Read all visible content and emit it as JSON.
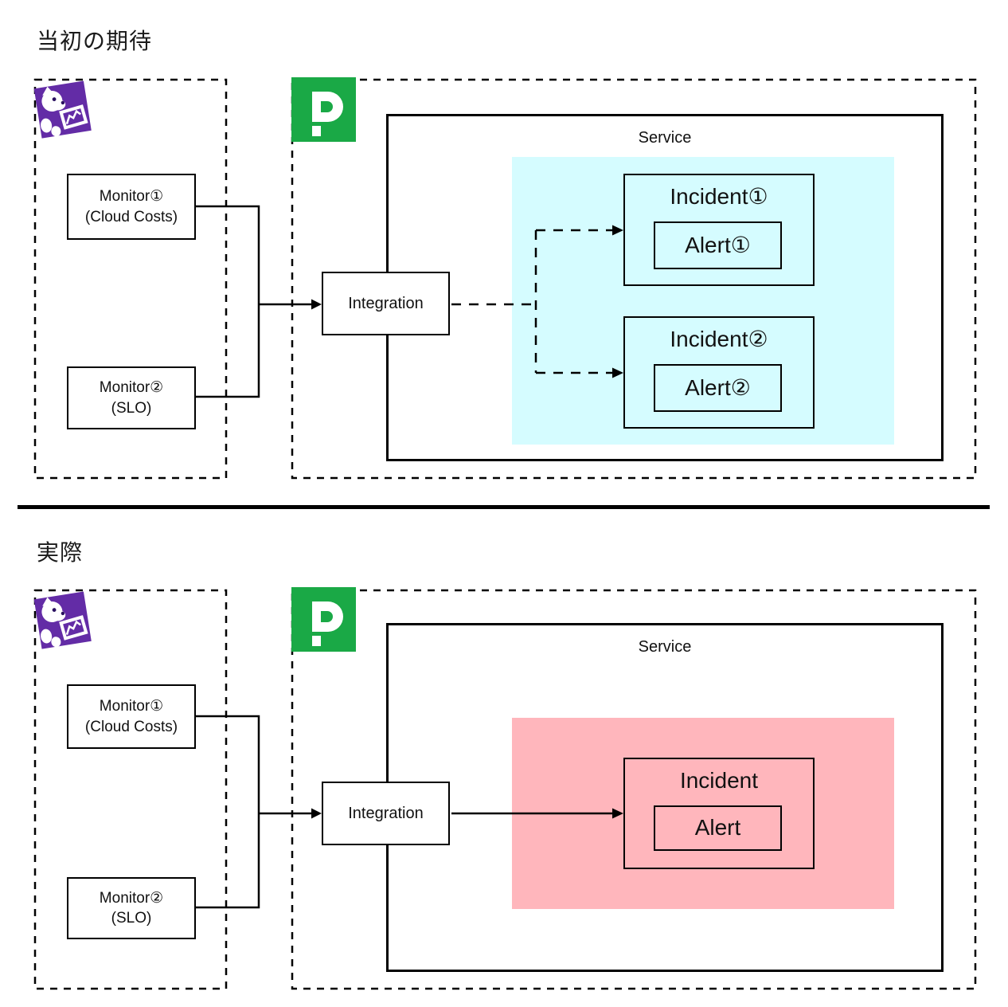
{
  "colors": {
    "incident_group_expected_bg": "#D5FCFF",
    "incident_group_actual_bg": "#FFB6BC",
    "datadog_purple": "#632CA6",
    "pagerduty_green": "#1AA946",
    "line_black": "#000000"
  },
  "icons": {
    "datadog": "datadog-dog-icon",
    "pagerduty": "pagerduty-p-icon"
  },
  "sections": [
    {
      "title": "当初の期待",
      "monitor1": {
        "line1": "Monitor①",
        "line2": "(Cloud Costs)"
      },
      "monitor2": {
        "line1": "Monitor②",
        "line2": "(SLO)"
      },
      "integration_label": "Integration",
      "service_label": "Service",
      "incidents": [
        {
          "label": "Incident①",
          "alert": "Alert①"
        },
        {
          "label": "Incident②",
          "alert": "Alert②"
        }
      ]
    },
    {
      "title": "実際",
      "monitor1": {
        "line1": "Monitor①",
        "line2": "(Cloud Costs)"
      },
      "monitor2": {
        "line1": "Monitor②",
        "line2": "(SLO)"
      },
      "integration_label": "Integration",
      "service_label": "Service",
      "incidents": [
        {
          "label": "Incident",
          "alert": "Alert"
        }
      ]
    }
  ]
}
